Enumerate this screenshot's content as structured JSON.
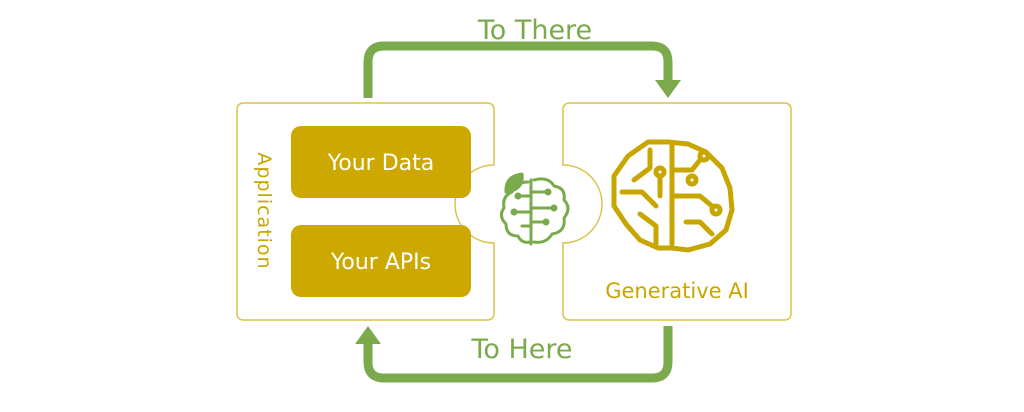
{
  "flow": {
    "top_label": "To There",
    "bottom_label": "To Here"
  },
  "application": {
    "label": "Application",
    "items": [
      {
        "label": "Your Data"
      },
      {
        "label": "Your APIs"
      }
    ]
  },
  "generative_ai": {
    "label": "Generative AI"
  },
  "connector": {
    "icon": "brain-leaf-icon"
  },
  "colors": {
    "gold": "#c8a600",
    "gold_border": "#dcc24a",
    "pill_fill": "#cca800",
    "green": "#7aaa4c"
  }
}
